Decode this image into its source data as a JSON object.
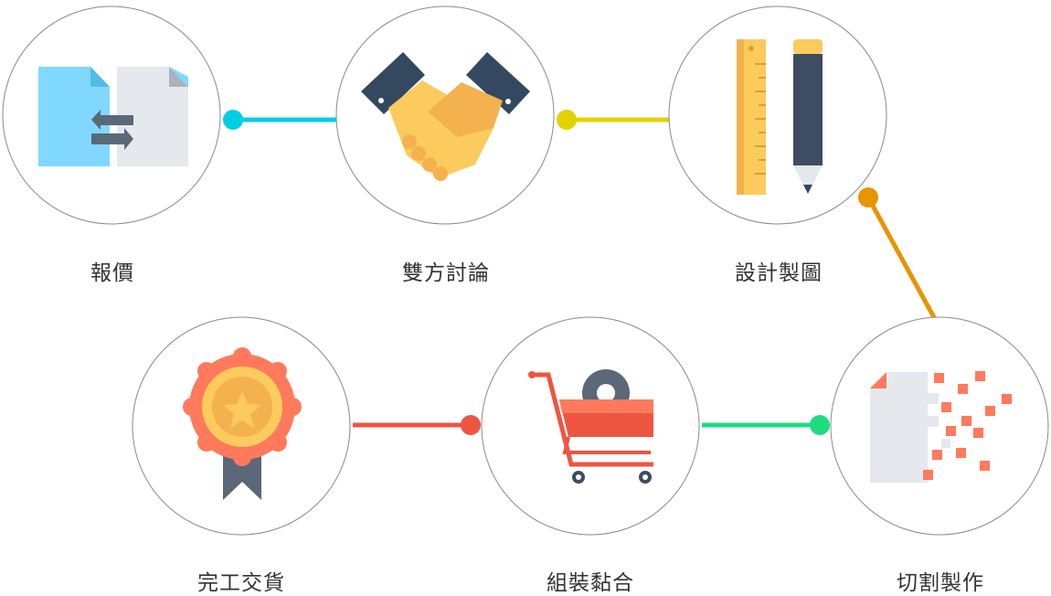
{
  "steps": [
    {
      "label": "報價",
      "icon": "document-exchange-icon"
    },
    {
      "label": "雙方討論",
      "icon": "handshake-icon"
    },
    {
      "label": "設計製圖",
      "icon": "ruler-pencil-icon"
    },
    {
      "label": "切割製作",
      "icon": "pixelated-document-icon"
    },
    {
      "label": "組裝黏合",
      "icon": "shopping-cart-gear-icon"
    },
    {
      "label": "完工交貨",
      "icon": "award-badge-icon"
    }
  ],
  "colors": {
    "connector_1": "#00CFE3",
    "connector_2": "#E2D300",
    "connector_3": "#E89400",
    "connector_4": "#1EDC82",
    "connector_5": "#EE5540",
    "circle_stroke": "#8a8a8a",
    "text": "#333333"
  }
}
